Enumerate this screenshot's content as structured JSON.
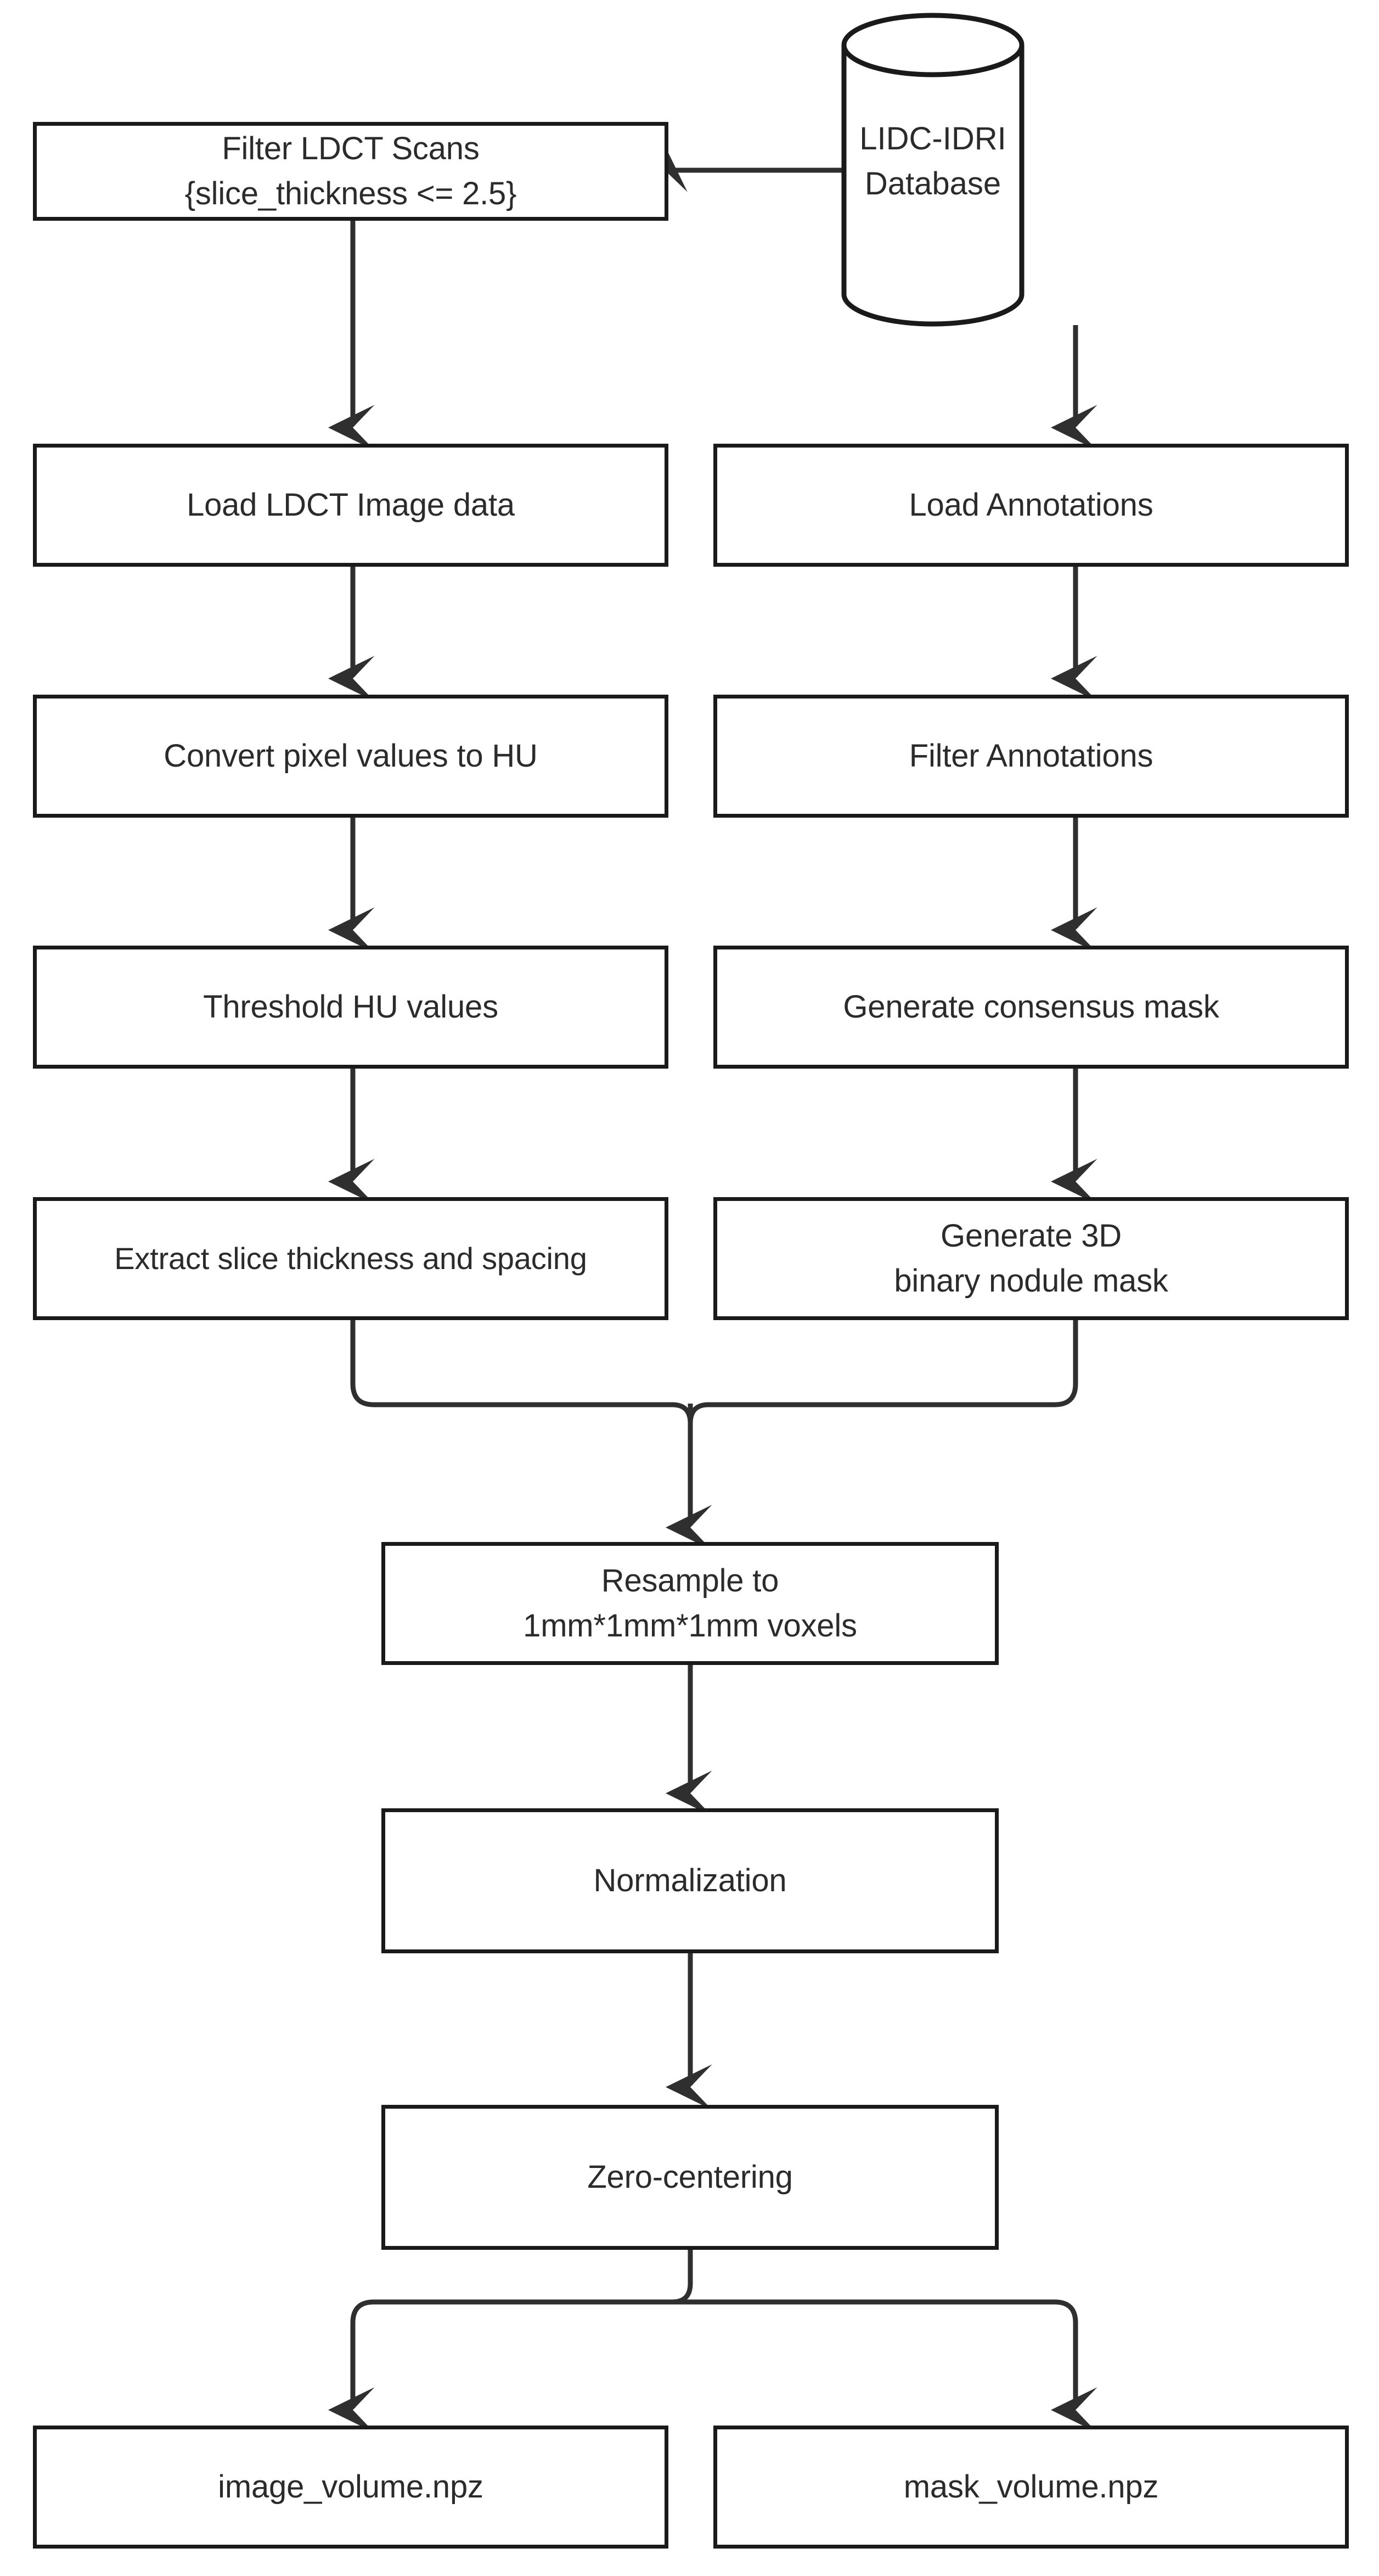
{
  "diagram": {
    "type": "flowchart",
    "title": "LDCT preprocessing pipeline",
    "orientation": "top-to-bottom",
    "colors": {
      "stroke": "#1a1a1a",
      "text": "#2b2b2b",
      "background": "#ffffff",
      "edge": "#2f2f2f"
    }
  },
  "nodes": {
    "database": {
      "label": "LIDC-IDRI\nDatabase",
      "shape": "cylinder"
    },
    "filter_scans": {
      "label": "Filter LDCT Scans\n{slice_thickness <= 2.5}",
      "shape": "rect"
    },
    "load_image": {
      "label": "Load LDCT Image data",
      "shape": "rect"
    },
    "load_annotations": {
      "label": "Load Annotations",
      "shape": "rect"
    },
    "convert_hu": {
      "label": "Convert pixel values to HU",
      "shape": "rect"
    },
    "filter_annotations": {
      "label": "Filter Annotations",
      "shape": "rect"
    },
    "threshold_hu": {
      "label": "Threshold HU values",
      "shape": "rect"
    },
    "consensus_mask": {
      "label": "Generate consensus mask",
      "shape": "rect"
    },
    "extract_spacing": {
      "label": "Extract slice thickness and spacing",
      "shape": "rect"
    },
    "binary_mask": {
      "label": "Generate 3D\nbinary nodule mask",
      "shape": "rect"
    },
    "resample": {
      "label": "Resample to\n1mm*1mm*1mm voxels",
      "shape": "rect"
    },
    "normalization": {
      "label": "Normalization",
      "shape": "rect"
    },
    "zero_centering": {
      "label": "Zero-centering",
      "shape": "rect"
    },
    "image_volume": {
      "label": "image_volume.npz",
      "shape": "rect"
    },
    "mask_volume": {
      "label": "mask_volume.npz",
      "shape": "rect"
    }
  },
  "edges": [
    {
      "from": "database",
      "to": "filter_scans",
      "direction": "left"
    },
    {
      "from": "filter_scans",
      "to": "load_image",
      "direction": "down"
    },
    {
      "from": "database",
      "to": "load_annotations",
      "direction": "down"
    },
    {
      "from": "load_image",
      "to": "convert_hu",
      "direction": "down"
    },
    {
      "from": "load_annotations",
      "to": "filter_annotations",
      "direction": "down"
    },
    {
      "from": "convert_hu",
      "to": "threshold_hu",
      "direction": "down"
    },
    {
      "from": "filter_annotations",
      "to": "consensus_mask",
      "direction": "down"
    },
    {
      "from": "threshold_hu",
      "to": "extract_spacing",
      "direction": "down"
    },
    {
      "from": "consensus_mask",
      "to": "binary_mask",
      "direction": "down"
    },
    {
      "from": "extract_spacing",
      "to": "resample",
      "direction": "merge"
    },
    {
      "from": "binary_mask",
      "to": "resample",
      "direction": "merge"
    },
    {
      "from": "resample",
      "to": "normalization",
      "direction": "down"
    },
    {
      "from": "normalization",
      "to": "zero_centering",
      "direction": "down"
    },
    {
      "from": "zero_centering",
      "to": "image_volume",
      "direction": "split"
    },
    {
      "from": "zero_centering",
      "to": "mask_volume",
      "direction": "split"
    }
  ]
}
